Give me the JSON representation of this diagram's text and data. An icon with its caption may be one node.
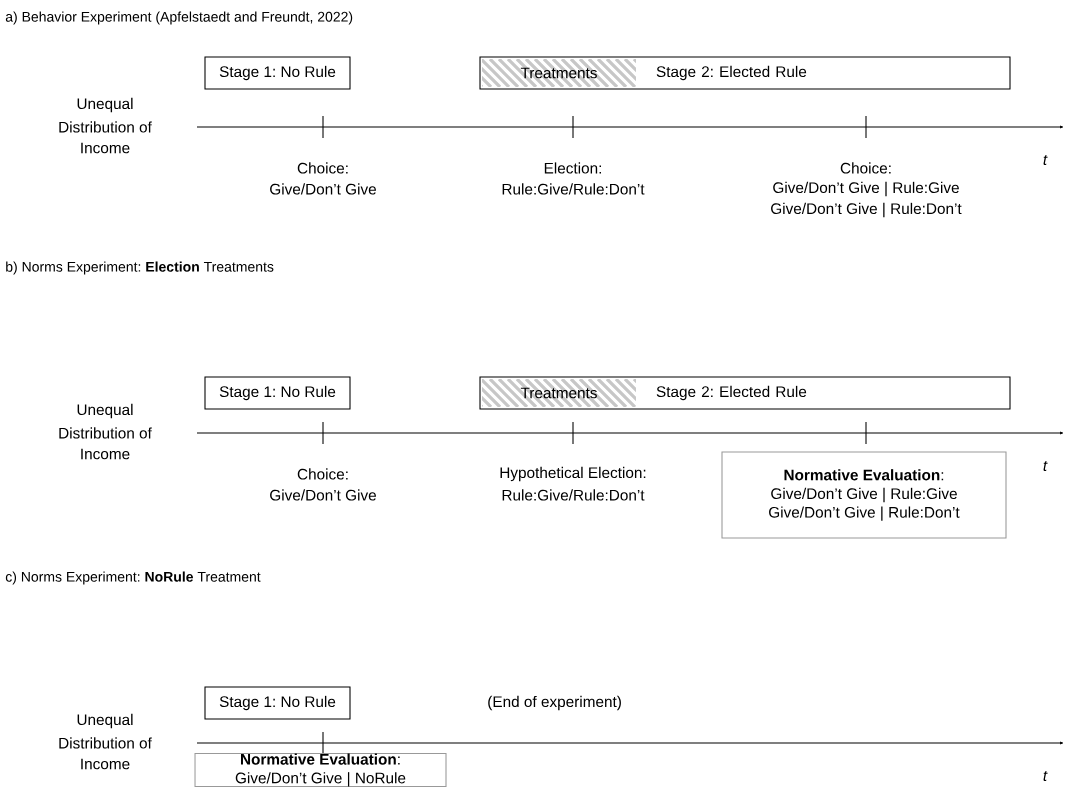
{
  "diagram": {
    "nodes": [
      {
        "text": [
          "Stage 1: No Rule"
        ]
      },
      {
        "text": [
          "Stage 2: Elected Rule"
        ]
      },
      {
        "text": [
          "Treatments"
        ],
        "in": 1
      },
      {
        "text": [
          "Stage 1: No Rule"
        ]
      },
      {
        "text": [
          "Stage 2: Elected Rule"
        ]
      },
      {
        "text": [
          "Treatments"
        ],
        "in": 4
      },
      {
        "text": [
          "**Normative Evaluation**:",
          "Give/Don’t Give | Rule:Give",
          "Give/Don’t Give | Rule:Don’t"
        ]
      },
      {
        "text": [
          "Stage 1: No Rule"
        ]
      },
      {
        "text": [
          "**Normative Evaluation**:",
          "Give/Don’t Give | NoRule"
        ]
      }
    ],
    "labels": [
      "a) Behavior Experiment (Apfelstaedt and Freundt, 2022)",
      "Unequal",
      "Distribution of",
      "Income",
      "Choice:",
      "Give/Don’t Give",
      "Election:",
      "Rule:Give/Rule:Don’t",
      "Choice:",
      "Give/Don’t Give | Rule:Give",
      "Give/Don’t Give | Rule:Don’t",
      "t",
      "b) Norms Experiment: **Election** Treatments",
      "Unequal",
      "Distribution of",
      "Income",
      "Choice:",
      "Give/Don’t Give",
      "Hypothetical Election:",
      "Rule:Give/Rule:Don’t",
      "t",
      "c) Norms Experiment: **NoRule** Treatment",
      "(End of experiment)",
      "Unequal",
      "Distribution of",
      "Income",
      "t"
    ]
  }
}
